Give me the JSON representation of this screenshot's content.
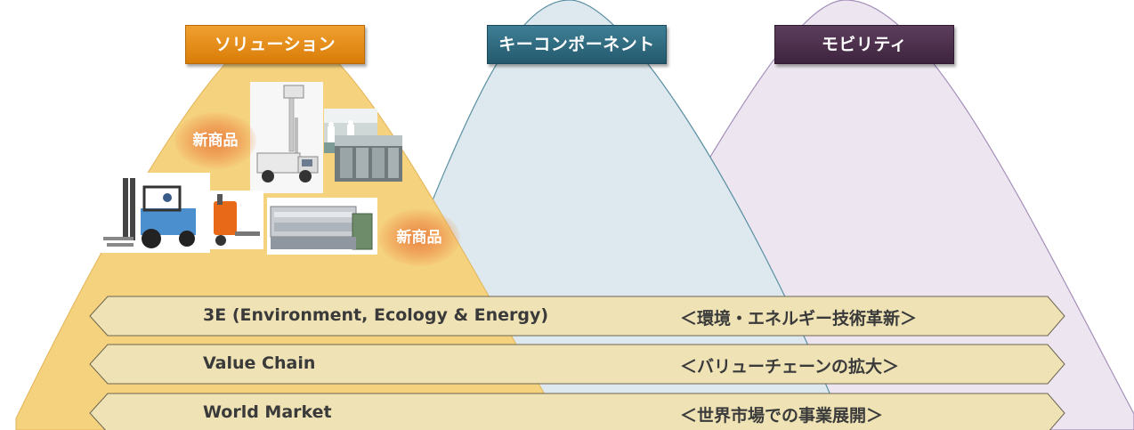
{
  "categories": [
    {
      "label": "ソリューション",
      "color": "#e08a12"
    },
    {
      "label": "キーコンポーネント",
      "color": "#2f6a80"
    },
    {
      "label": "モビリティ",
      "color": "#4a304a"
    }
  ],
  "new_product_labels": [
    "新商品",
    "新商品"
  ],
  "bands": [
    {
      "en": "3E (Environment, Ecology & Energy)",
      "jp": "＜環境・エネルギー技術革新＞"
    },
    {
      "en": "Value Chain",
      "jp": "＜バリューチェーンの拡大＞"
    },
    {
      "en": "World Market",
      "jp": "＜世界市場での事業展開＞"
    }
  ],
  "colors": {
    "solution_fill": "#f5d27e",
    "keycomp_fill": "#dde9ee",
    "mobility_fill": "#ede6f0",
    "band_fill": "#efe3b6"
  }
}
